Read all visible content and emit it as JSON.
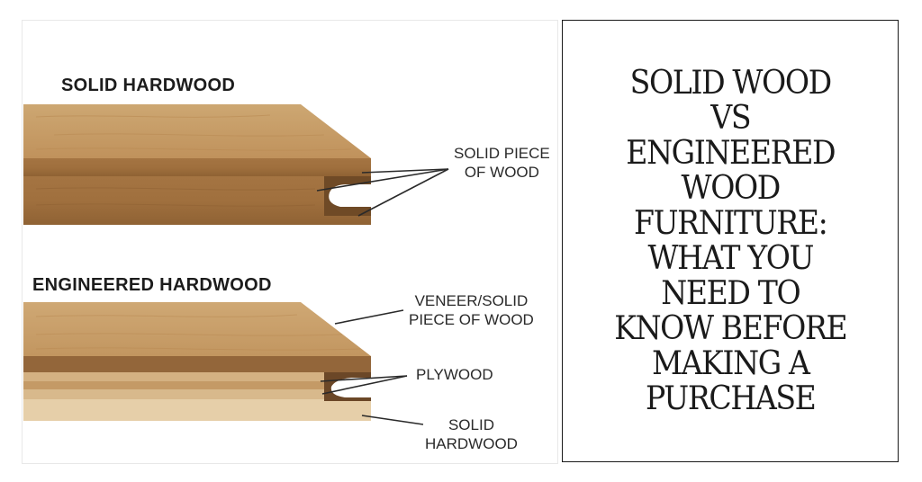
{
  "diagram": {
    "solid_title": "SOLID HARDWOOD",
    "engineered_title": "ENGINEERED HARDWOOD",
    "solid_callout": [
      "SOLID PIECE",
      "OF WOOD"
    ],
    "veneer_callout": [
      "VENEER/SOLID",
      "PIECE OF WOOD"
    ],
    "plywood_callout": "PLYWOOD",
    "base_callout": [
      "SOLID",
      "HARDWOOD"
    ]
  },
  "headline": {
    "lines": [
      "SOLID WOOD",
      "VS",
      "ENGINEERED",
      "WOOD",
      "FURNITURE:",
      "WHAT YOU",
      "NEED TO",
      "KNOW BEFORE",
      "MAKING A",
      "PURCHASE"
    ]
  },
  "colors": {
    "wood_top": "#c9a06a",
    "wood_face": "#a97a46",
    "wood_dark": "#8a6034",
    "ply_light": "#d9b98d",
    "base_light": "#e8d1ad",
    "leader": "#2a2a2a"
  }
}
